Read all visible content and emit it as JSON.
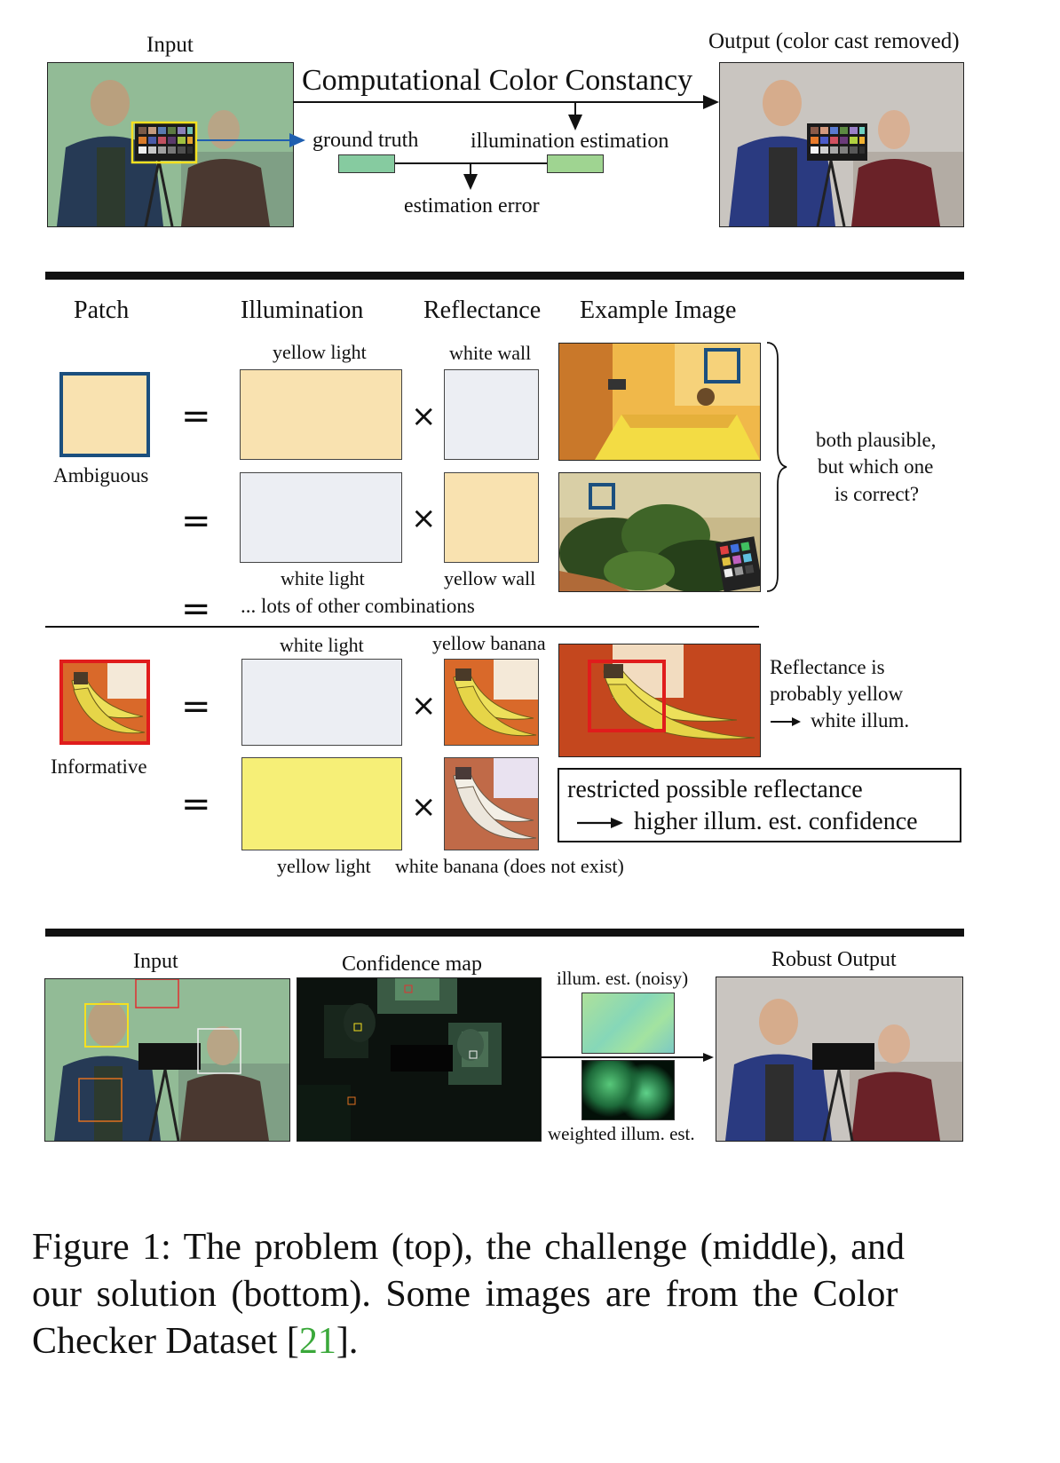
{
  "top": {
    "input_label": "Input",
    "output_label": "Output (color cast removed)",
    "method_title": "Computational Color Constancy",
    "ground_truth": "ground truth",
    "illum_estimation": "illumination estimation",
    "estimation_error": "estimation error",
    "colors": {
      "gt_swatch": "#86cba0",
      "est_swatch": "#9fd491",
      "arrow": "#1f5fb0"
    }
  },
  "middle": {
    "headers": {
      "patch": "Patch",
      "illumination": "Illumination",
      "reflectance": "Reflectance",
      "example": "Example Image"
    },
    "ambiguous": {
      "label": "Ambiguous",
      "row1": {
        "illum": "yellow light",
        "refl": "white wall"
      },
      "row2": {
        "illum": "white light",
        "refl": "yellow wall"
      },
      "other": "... lots of other combinations",
      "note": [
        "both plausible,",
        "but which one",
        "is correct?"
      ]
    },
    "informative": {
      "label": "Informative",
      "row1": {
        "illum": "white light",
        "refl": "yellow banana"
      },
      "row2": {
        "illum": "yellow light",
        "refl": "white banana (does not exist)"
      },
      "note": [
        "Reflectance is",
        "probably yellow",
        "white illum."
      ],
      "boxed": [
        "restricted possible reflectance",
        "higher illum. est. confidence"
      ]
    },
    "colors": {
      "yellow_light": "#f9e2b0",
      "white": "#eceef3",
      "banana_yellow": "#f6ef77",
      "patch_border": "#1b4f7e",
      "info_border": "#e01c1c"
    }
  },
  "bottom": {
    "input_label": "Input",
    "confidence_label": "Confidence map",
    "noisy_label": "illum. est. (noisy)",
    "weighted_label": "weighted illum. est.",
    "robust_label": "Robust Output"
  },
  "caption": {
    "line1": "Figure 1: The problem (top), the challenge (middle), and",
    "line2": "our solution (bottom). Some images are from the Color",
    "line3_prefix": "Checker Dataset [",
    "line3_cite": "21",
    "line3_suffix": "]."
  }
}
